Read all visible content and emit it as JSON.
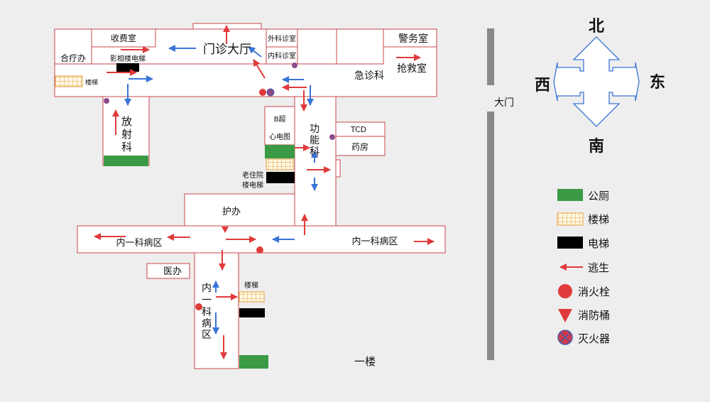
{
  "rooms": {
    "clinic": "合疗办",
    "cashier": "收费室",
    "imaging_elevator": "影相楼电梯",
    "stairs_west": "楼梯",
    "outpatient_hall": "门诊大厅",
    "surgery_clinic": "外科诊室",
    "internal_clinic": "内科诊室",
    "police": "警务室",
    "emergency": "急诊科",
    "rescue": "抢救室",
    "radiology": "放射科",
    "b_ultrasound": "B超",
    "ecg": "心电图",
    "function_dept": "功能科",
    "tcd": "TCD",
    "pharmacy": "药房",
    "old_inpatient_elevator": "老住院\n楼电梯",
    "nurse_office": "护办",
    "ward_west": "内一科病区",
    "ward_east": "内一科病区",
    "doctor_office": "医办",
    "ward_south": "内一科病区",
    "stairs_south": "楼梯",
    "main_gate": "大门",
    "floor": "一楼"
  },
  "compass": {
    "north": "北",
    "south": "南",
    "east": "东",
    "west": "西"
  },
  "legend": {
    "items": [
      {
        "label": "公厕",
        "icon": "toilet-icon",
        "color": "#3a9a45"
      },
      {
        "label": "楼梯",
        "icon": "stairs-icon",
        "color": "#e8a040"
      },
      {
        "label": "电梯",
        "icon": "elevator-icon",
        "color": "#000000"
      },
      {
        "label": "逃生",
        "icon": "escape-arrow-icon",
        "color": "#e03a3a"
      },
      {
        "label": "消火栓",
        "icon": "hydrant-icon",
        "color": "#e03a3a"
      },
      {
        "label": "消防桶",
        "icon": "fire-bucket-icon",
        "color": "#e03a3a"
      },
      {
        "label": "灭火器",
        "icon": "extinguisher-icon",
        "color": "#4a5aa8"
      }
    ]
  },
  "colors": {
    "wall": "#c8474c",
    "escape": "#e03a3a",
    "flow": "#3a74d6",
    "extinguisher": "#8a4a8a",
    "toilet": "#3a9a45",
    "stairs": "#e8a040",
    "elevator": "#000000",
    "gate": "#888888",
    "compass": "#3a74d6"
  }
}
